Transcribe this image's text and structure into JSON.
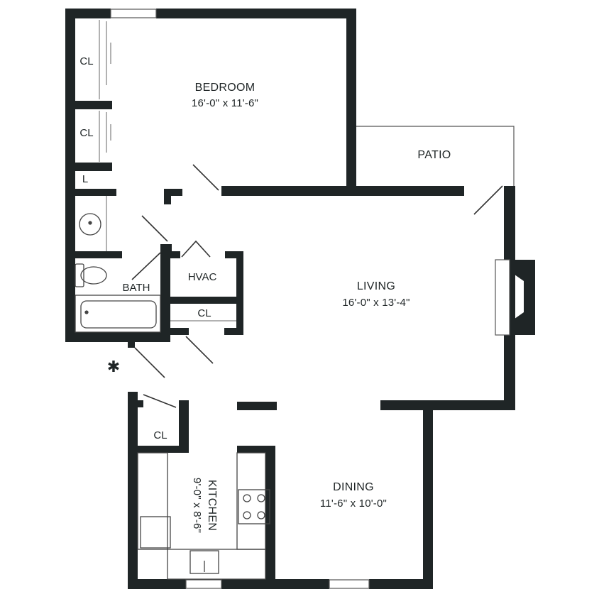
{
  "rooms": {
    "bedroom": {
      "name": "BEDROOM",
      "dims": "16'-0\" x 11'-6\""
    },
    "living": {
      "name": "LIVING",
      "dims": "16'-0\" x 13'-4\""
    },
    "dining": {
      "name": "DINING",
      "dims": "11'-6\" x 10'-0\""
    },
    "kitchen": {
      "name": "KITCHEN",
      "dims": "9'-0\" x 8'-6\""
    },
    "patio": {
      "name": "PATIO"
    },
    "bath": {
      "name": "BATH"
    },
    "hvac": {
      "name": "HVAC"
    },
    "closet_bedroom_1": {
      "name": "CL"
    },
    "closet_bedroom_2": {
      "name": "CL"
    },
    "linen": {
      "name": "L"
    },
    "closet_hall": {
      "name": "CL"
    },
    "closet_kitchen": {
      "name": "CL"
    }
  },
  "entry_marker": "✱",
  "colors": {
    "wall": "#1f2526",
    "line": "#333333",
    "background": "#ffffff"
  }
}
